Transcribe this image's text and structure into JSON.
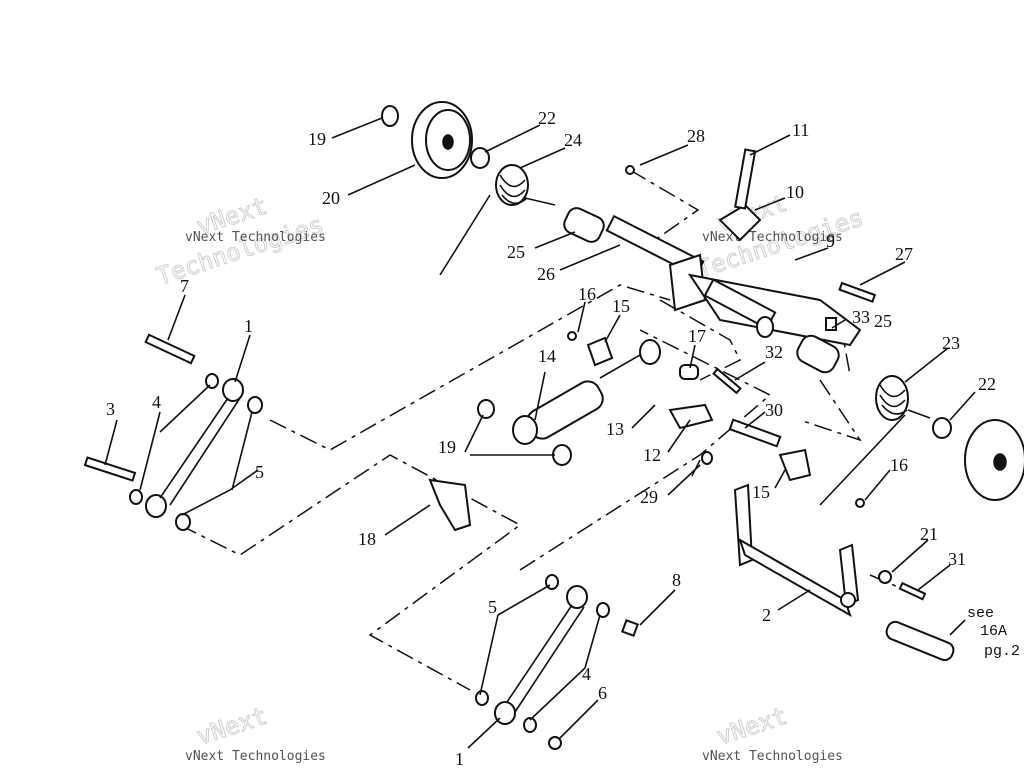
{
  "labels": {
    "l19a": "19",
    "l20": "20",
    "l22a": "22",
    "l24": "24",
    "l28": "28",
    "l11": "11",
    "l10": "10",
    "l9": "9",
    "l27": "27",
    "l25a": "25",
    "l26": "26",
    "l16a": "16",
    "l15a": "15",
    "l7": "7",
    "l1a": "1",
    "l14": "14",
    "l17": "17",
    "l32": "32",
    "l33": "33",
    "l25b": "25",
    "l23": "23",
    "l22b": "22",
    "l3": "3",
    "l4a": "4",
    "l5a": "5",
    "l19b": "19",
    "l13": "13",
    "l12": "12",
    "l30": "30",
    "l16b": "16",
    "l15b": "15",
    "l29": "29",
    "l18": "18",
    "l21": "21",
    "l31": "31",
    "l2": "2",
    "l8": "8",
    "l5b": "5",
    "l4b": "4",
    "l6": "6",
    "l1b": "1"
  },
  "note": {
    "line1": "see",
    "line2": "16A",
    "line3": "pg.2"
  },
  "watermark": {
    "line1": "vNext",
    "line2": "Technologies",
    "small": "vNext Technologies"
  }
}
